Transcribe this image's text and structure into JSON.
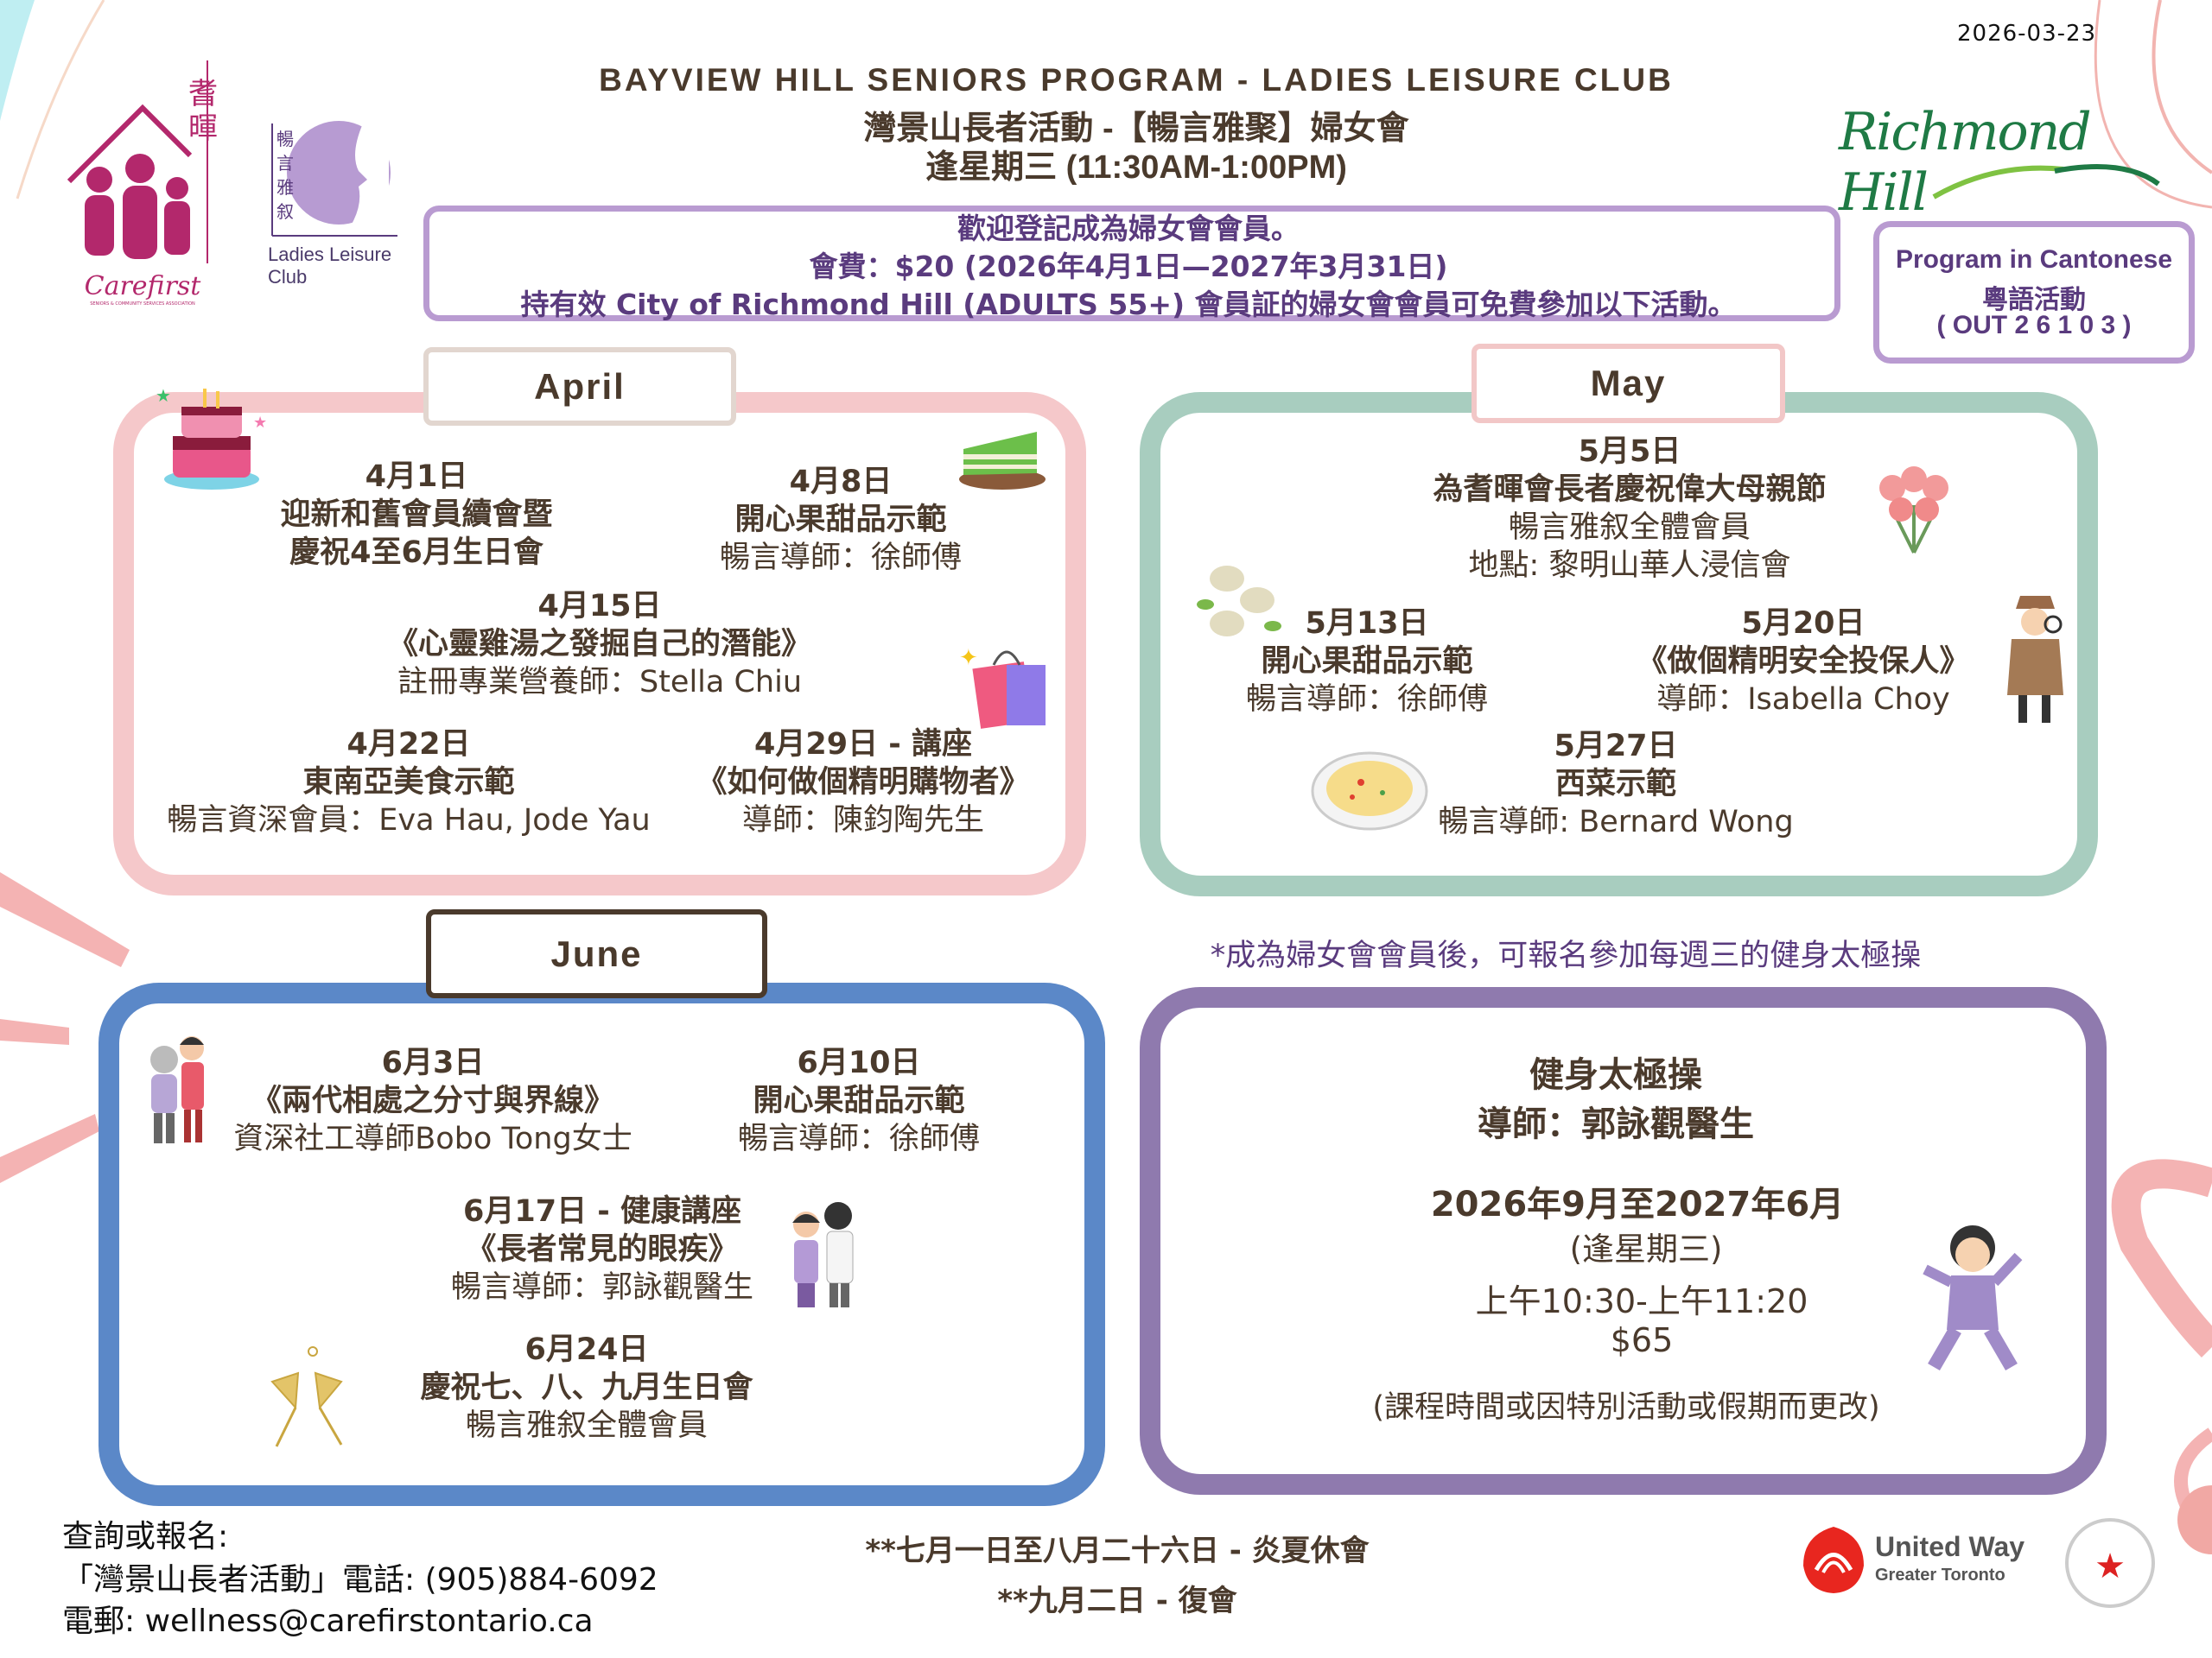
{
  "date_stamp": "2026-03-23",
  "header": {
    "title_en": "BAYVIEW HILL SENIORS PROGRAM - LADIES LEISURE CLUB",
    "title_zh": "灣景山長者活動 -【暢言雅聚】婦女會",
    "schedule": "逢星期三 (11:30AM-1:00PM)"
  },
  "logos": {
    "carefirst": {
      "name": "Carefirst",
      "tagline": "SENIORS & COMMUNITY SERVICES ASSOCIATION",
      "zh": "耆暉"
    },
    "ladies_club": {
      "name": "Ladies Leisure Club",
      "zh": "暢言雅叙"
    },
    "richmond_hill": "Richmond Hill",
    "united_way": {
      "name": "United Way",
      "sub": "Greater Toronto"
    }
  },
  "membership": {
    "line1": "歡迎登記成為婦女會會員。",
    "line2": "會費：$20 (2026年4月1日—2027年3月31日)",
    "line3": "持有效 City of Richmond Hill (ADULTS 55+) 會員証的婦女會會員可免費參加以下活動。"
  },
  "cantonese_box": {
    "line1": "Program in Cantonese",
    "line2": "粵語活動",
    "line3": "( OUT 2 6 1 0 3 )"
  },
  "colors": {
    "april": "#f5c8ca",
    "may": "#a8cdbf",
    "june": "#5b88c8",
    "taichi": "#8f7aae",
    "text": "#4a3a2c",
    "accent_purple": "#5a3b7e"
  },
  "april": {
    "label": "April",
    "events": [
      {
        "date": "4月1日",
        "title": [
          "迎新和舊會員續會暨",
          "慶祝4至6月生日會"
        ],
        "details": []
      },
      {
        "date": "4月8日",
        "title": [
          "開心果甜品示範"
        ],
        "details": [
          "暢言導師：徐師傅"
        ]
      },
      {
        "date": "4月15日",
        "title": [
          "《心靈雞湯之發掘自己的潛能》"
        ],
        "details": [
          "註冊專業營養師：Stella Chiu"
        ]
      },
      {
        "date": "4月22日",
        "title": [
          "東南亞美食示範"
        ],
        "details": [
          "暢言資深會員：Eva Hau, Jode Yau"
        ]
      },
      {
        "date": "4月29日 - 講座",
        "title": [
          "《如何做個精明購物者》"
        ],
        "details": [
          "導師：陳鈞陶先生"
        ]
      }
    ]
  },
  "may": {
    "label": "May",
    "events": [
      {
        "date": "5月5日",
        "title": [
          "為耆暉會長者慶祝偉大母親節"
        ],
        "details": [
          "暢言雅叙全體會員",
          "地點: 黎明山華人浸信會"
        ]
      },
      {
        "date": "5月13日",
        "title": [
          "開心果甜品示範"
        ],
        "details": [
          "暢言導師：徐師傅"
        ]
      },
      {
        "date": "5月20日",
        "title": [
          "《做個精明安全投保人》"
        ],
        "details": [
          "導師：Isabella Choy"
        ]
      },
      {
        "date": "5月27日",
        "title": [
          "西菜示範"
        ],
        "details": [
          "暢言導師: Bernard Wong"
        ]
      }
    ]
  },
  "june": {
    "label": "June",
    "events": [
      {
        "date": "6月3日",
        "title": [
          "《兩代相處之分寸與界線》"
        ],
        "details": [
          "資深社工導師Bobo Tong女士"
        ]
      },
      {
        "date": "6月10日",
        "title": [
          "開心果甜品示範"
        ],
        "details": [
          "暢言導師：徐師傅"
        ]
      },
      {
        "date": "6月17日 - 健康講座",
        "title": [
          "《長者常見的眼疾》"
        ],
        "details": [
          "暢言導師：郭詠觀醫生"
        ]
      },
      {
        "date": "6月24日",
        "title": [
          "慶祝七、八、九月生日會"
        ],
        "details": [
          "暢言雅叙全體會員"
        ]
      }
    ]
  },
  "taichi": {
    "note": "*成為婦女會會員後，可報名參加每週三的健身太極操",
    "title": "健身太極操",
    "instructor": "導師：郭詠觀醫生",
    "period": "2026年9月至2027年6月",
    "day": "(逢星期三)",
    "time": "上午10:30-上午11:20",
    "fee": "$65",
    "remark": "(課程時間或因特別活動或假期而更改)"
  },
  "contact": {
    "heading": "查詢或報名:",
    "phone": "「灣景山長者活動」電話:  (905)884-6092",
    "email": "電郵: wellness@carefirstontario.ca"
  },
  "closure": {
    "summer_break": "**七月一日至八月二十六日 - 炎夏休會",
    "resume": "**九月二日 - 復會"
  }
}
